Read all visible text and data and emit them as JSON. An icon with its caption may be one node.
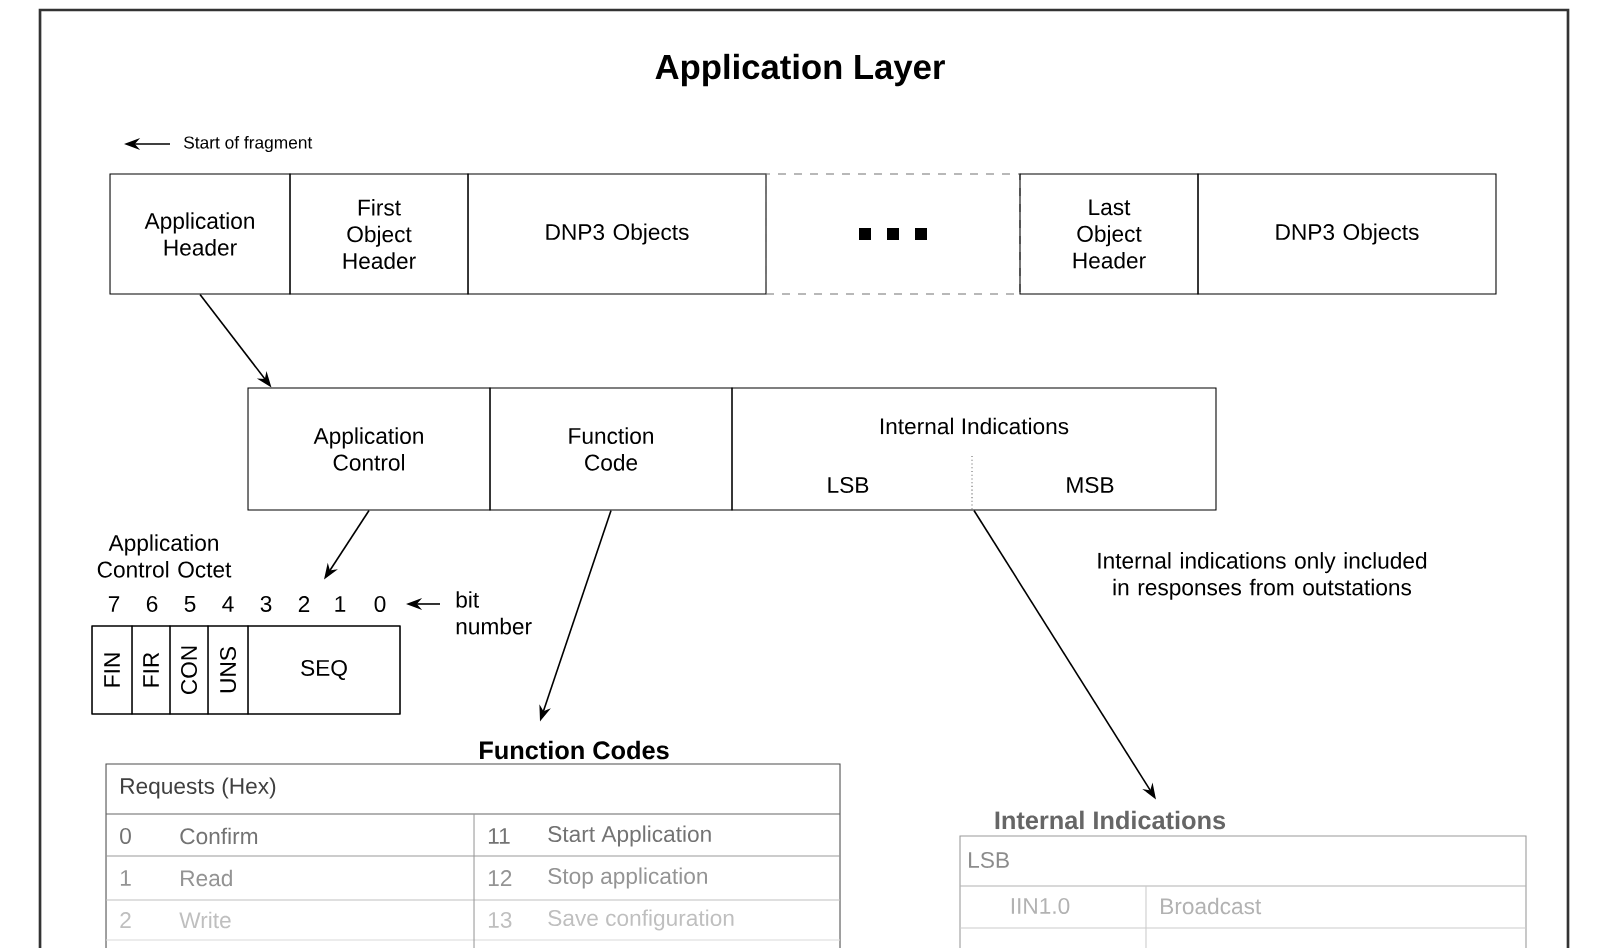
{
  "diagram": {
    "title": "Application Layer",
    "nodes": [
      {
        "text": [
          "Application Header"
        ]
      },
      {
        "text": [
          "First Object Header"
        ]
      },
      {
        "text": [
          "DNP3 Objects"
        ]
      },
      {
        "text": [],
        "shape": "box"
      },
      {
        "text": [
          "Last Object Header"
        ]
      },
      {
        "text": [
          "DNP3 Objects"
        ]
      },
      {
        "text": [
          "Application Control"
        ]
      },
      {
        "text": [
          "Function Code"
        ]
      },
      {
        "text": [
          "Internal Indications"
        ]
      },
      {
        "text": [
          "LSB"
        ],
        "in": 8
      },
      {
        "text": [
          "MSB"
        ],
        "in": 8
      },
      {
        "text": [
          "Application Control Octet"
        ]
      },
      {
        "text": [
          "FIN"
        ],
        "in": 11
      },
      {
        "text": [
          "FIR"
        ],
        "in": 11
      },
      {
        "text": [
          "CON"
        ],
        "in": 11
      },
      {
        "text": [
          "UNS"
        ],
        "in": 11
      },
      {
        "text": [
          "SEQ"
        ],
        "in": 11
      },
      {
        "text": [
          "Function Codes"
        ]
      },
      {
        "text": [
          "Internal Indications"
        ]
      }
    ],
    "edges": [
      {
        "from": 0,
        "to": 6,
        "arrow": "to"
      },
      {
        "from": 6,
        "to": 11,
        "arrow": "to"
      },
      {
        "from": 7,
        "to": 17,
        "arrow": "to"
      },
      {
        "from": 8,
        "to": 18,
        "arrow": "to"
      }
    ],
    "labels": [
      "Start of fragment",
      "7",
      "6",
      "5",
      "4",
      "3",
      "2",
      "1",
      "0",
      "bit number",
      "Internal indications only included in responses from outstations",
      "Requests (Hex)",
      "0",
      "Confirm",
      "11",
      "Start Application",
      "1",
      "Read",
      "12",
      "Stop application",
      "2",
      "Write",
      "13",
      "Save configuration",
      "LSB",
      "IIN1.0",
      "Broadcast"
    ]
  }
}
